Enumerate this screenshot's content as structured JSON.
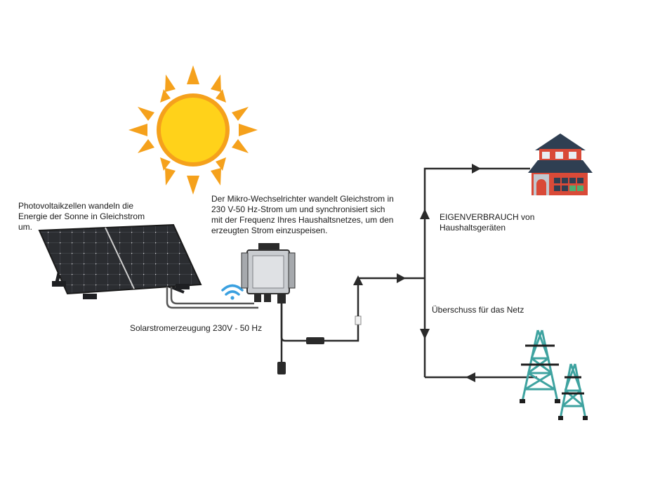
{
  "labels": {
    "photovoltaic": "Photovoltaikzellen wandeln die\nEnergie der Sonne in Gleichstrom\num.",
    "inverter": "Der Mikro-Wechselrichter wandelt Gleichstrom in\n230 V-50 Hz-Strom um und synchronisiert sich\nmit der Frequenz Ihres Haushaltsnetzes, um den\nerzeugten Strom einzuspeisen.",
    "generation": "Solarstromerzeugung 230V - 50 Hz",
    "self_consumption": "EIGENVERBRAUCH von\nHaushaltsgeräten",
    "surplus": "Überschuss für das Netz"
  },
  "icons": {
    "sun": "sun-icon",
    "solar_panel": "solar-panel-icon",
    "inverter": "micro-inverter-icon",
    "wifi": "wifi-icon",
    "house": "house-icon",
    "power_tower": "power-tower-icon",
    "connector": "cable-connector-icon"
  },
  "colors": {
    "sun_fill": "#ffd21a",
    "sun_rays": "#f5a11c",
    "panel": "#2b2d31",
    "wifi": "#3aa0e0",
    "house_roof": "#2f3f52",
    "house_wall": "#d94a38",
    "tower": "#3fa3a0",
    "line": "#2a2a2a"
  }
}
